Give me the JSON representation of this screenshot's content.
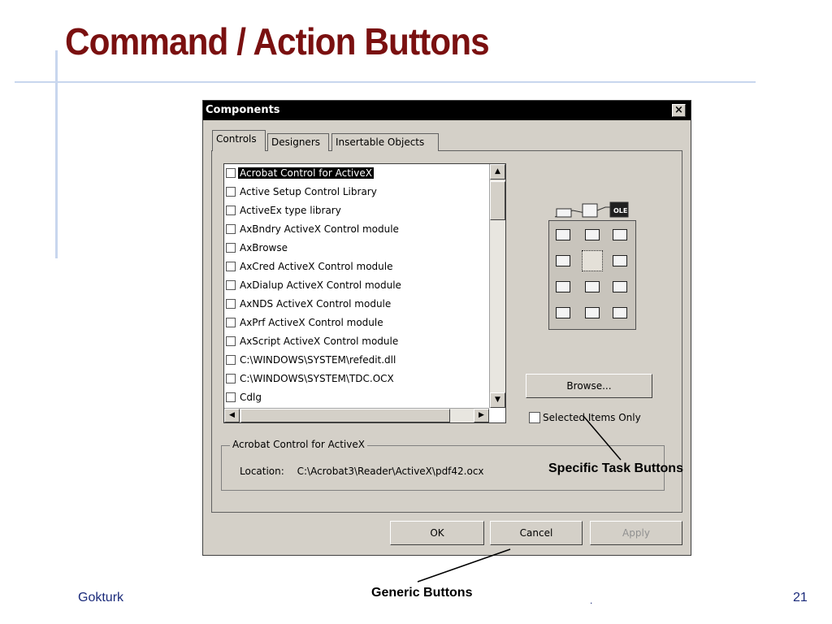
{
  "slide": {
    "title": "Command / Action Buttons",
    "footer_left": "Gokturk",
    "footer_center": ".",
    "page_number": "21"
  },
  "dialog": {
    "title": "Components",
    "close_glyph": "×",
    "tabs": [
      {
        "label": "Controls",
        "active": true
      },
      {
        "label": "Designers",
        "active": false
      },
      {
        "label": "Insertable Objects",
        "active": false
      }
    ],
    "list_items": [
      {
        "label": "Acrobat Control for ActiveX",
        "selected": true
      },
      {
        "label": "Active Setup Control Library",
        "selected": false
      },
      {
        "label": "ActiveEx type library",
        "selected": false
      },
      {
        "label": "AxBndry ActiveX Control module",
        "selected": false
      },
      {
        "label": "AxBrowse",
        "selected": false
      },
      {
        "label": "AxCred ActiveX Control module",
        "selected": false
      },
      {
        "label": "AxDialup ActiveX Control module",
        "selected": false
      },
      {
        "label": "AxNDS ActiveX Control module",
        "selected": false
      },
      {
        "label": "AxPrf ActiveX Control module",
        "selected": false
      },
      {
        "label": "AxScript ActiveX Control module",
        "selected": false
      },
      {
        "label": "C:\\WINDOWS\\SYSTEM\\refedit.dll",
        "selected": false
      },
      {
        "label": "C:\\WINDOWS\\SYSTEM\\TDC.OCX",
        "selected": false
      },
      {
        "label": "Cdlg",
        "selected": false
      }
    ],
    "browse_button": "Browse...",
    "selected_only_label": "Selected Items Only",
    "group_title": "Acrobat Control for ActiveX",
    "location_label": "Location:",
    "location_value": "C:\\Acrobat3\\Reader\\ActiveX\\pdf42.ocx",
    "ok_button": "OK",
    "cancel_button": "Cancel",
    "apply_button": "Apply"
  },
  "annotations": {
    "specific": "Specific Task Buttons",
    "generic": "Generic Buttons"
  },
  "colors": {
    "title": "#7a1010",
    "footer": "#1a2a7a",
    "dialog_face": "#d4d0c8"
  }
}
